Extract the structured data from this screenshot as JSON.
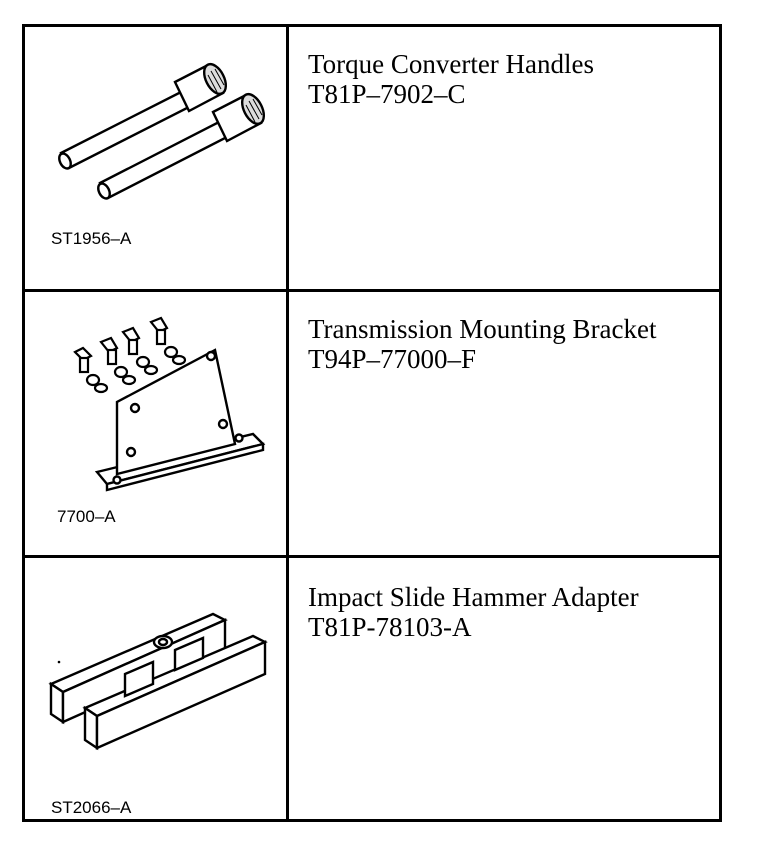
{
  "tools": [
    {
      "code": "ST1956–A",
      "name": "Torque Converter Handles",
      "part_number": "T81P–7902–C",
      "illustration": "torque-converter-handles-illustration"
    },
    {
      "code": "7700–A",
      "name": "Transmission Mounting Bracket",
      "part_number": "T94P–77000–F",
      "illustration": "mounting-bracket-illustration"
    },
    {
      "code": "ST2066–A",
      "name": "Impact Slide Hammer Adapter",
      "part_number": "T81P-78103-A",
      "illustration": "slide-hammer-adapter-illustration"
    }
  ]
}
